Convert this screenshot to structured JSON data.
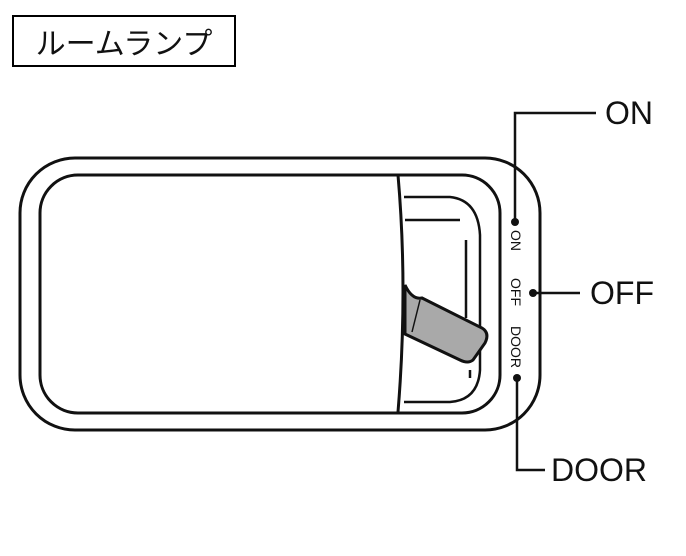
{
  "title": "ルームランプ",
  "callouts": {
    "on": "ON",
    "off": "OFF",
    "door": "DOOR"
  },
  "switch_labels": {
    "on": "ON",
    "off": "OFF",
    "door": "DOOR"
  },
  "colors": {
    "line": "#111111",
    "lever": "#a9a9a9"
  }
}
